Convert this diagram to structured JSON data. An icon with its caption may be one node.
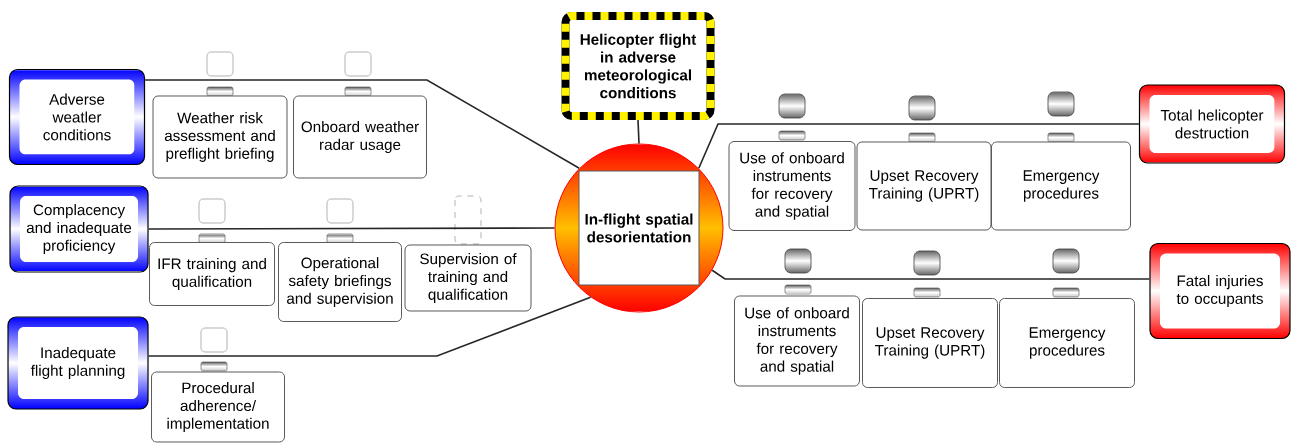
{
  "diagram": {
    "nodes": [
      {
        "text": [
          "Adverse weatler conditions"
        ]
      },
      {
        "text": [
          "Weather risk assessment and preflight briefing"
        ]
      },
      {
        "text": [
          "Onboard weather radar usage"
        ]
      },
      {
        "text": [
          "Complacency and inadequate proficiency"
        ]
      },
      {
        "text": [
          "IFR training and qualification"
        ]
      },
      {
        "text": [
          "Operational safety briefings and supervision"
        ]
      },
      {
        "text": [
          "Supervision of training and qualification"
        ]
      },
      {
        "text": [
          "Inadequate flight planning"
        ]
      },
      {
        "text": [
          "Procedural adherence/ implementation"
        ]
      },
      {
        "text": [
          "Helicopter flight in adverse meteorological conditions"
        ]
      },
      {
        "text": [
          "In-flight spatial desorientation"
        ]
      },
      {
        "text": [
          "Use of onboard instruments for recovery and spatial"
        ]
      },
      {
        "text": [
          "Upset Recovery Training (UPRT)"
        ]
      },
      {
        "text": [
          "Emergency procedures"
        ]
      },
      {
        "text": [
          "Total helicopter destruction"
        ]
      },
      {
        "text": [
          "Use of onboard instruments for recovery and spatial"
        ]
      },
      {
        "text": [
          "Upset Recovery Training (UPRT)"
        ]
      },
      {
        "text": [
          "Emergency procedures"
        ]
      },
      {
        "text": [
          "Fatal injuries to occupants"
        ]
      }
    ],
    "edges": [
      {
        "from": 0,
        "to": 10,
        "arrow": "none"
      },
      {
        "from": 3,
        "to": 10,
        "arrow": "none"
      },
      {
        "from": 7,
        "to": 10,
        "arrow": "none"
      },
      {
        "from": 9,
        "to": 10,
        "arrow": "none"
      },
      {
        "from": 10,
        "to": 14,
        "arrow": "none"
      },
      {
        "from": 10,
        "to": 18,
        "arrow": "none"
      }
    ]
  }
}
